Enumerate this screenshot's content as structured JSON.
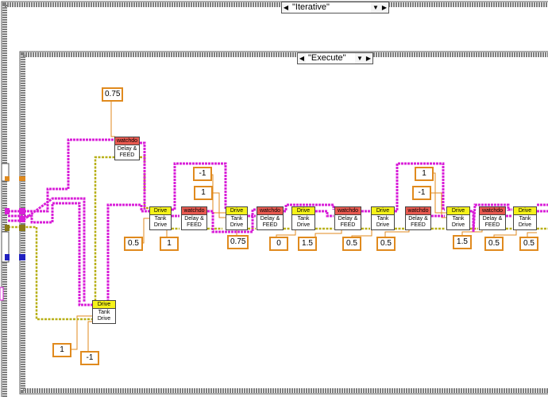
{
  "case_selectors": {
    "outer": {
      "value": "\"Iterative\""
    },
    "inner": {
      "value": "\"Execute\""
    }
  },
  "node_types": {
    "drive": {
      "header": "Drive",
      "body": [
        "Tank",
        "Drive"
      ],
      "color": "#f5f21a"
    },
    "watchdog": {
      "header": "watchdo",
      "body": [
        "Delay &",
        "FEED"
      ],
      "color": "#e85a50"
    }
  },
  "nodes": [
    {
      "id": "w0",
      "type": "watchdog"
    },
    {
      "id": "d0",
      "type": "drive"
    },
    {
      "id": "d1",
      "type": "drive"
    },
    {
      "id": "w1",
      "type": "watchdog"
    },
    {
      "id": "d2",
      "type": "drive"
    },
    {
      "id": "w2",
      "type": "watchdog"
    },
    {
      "id": "d3",
      "type": "drive"
    },
    {
      "id": "w3",
      "type": "watchdog"
    },
    {
      "id": "d4",
      "type": "drive"
    },
    {
      "id": "w4",
      "type": "watchdog"
    },
    {
      "id": "d5",
      "type": "drive"
    },
    {
      "id": "w5",
      "type": "watchdog"
    },
    {
      "id": "d6",
      "type": "drive"
    }
  ],
  "constants": [
    {
      "id": "c_075_top",
      "value": "0.75"
    },
    {
      "id": "c_1_bl",
      "value": "1"
    },
    {
      "id": "c_m1_bl",
      "value": "-1"
    },
    {
      "id": "c_05_a",
      "value": "0.5"
    },
    {
      "id": "c_1_a",
      "value": "1"
    },
    {
      "id": "c_m1_a",
      "value": "-1"
    },
    {
      "id": "c_1_b",
      "value": "1"
    },
    {
      "id": "c_075_b",
      "value": "0.75"
    },
    {
      "id": "c_0",
      "value": "0"
    },
    {
      "id": "c_15_a",
      "value": "1.5"
    },
    {
      "id": "c_05_b",
      "value": "0.5"
    },
    {
      "id": "c_05_c",
      "value": "0.5"
    },
    {
      "id": "c_1_c",
      "value": "1"
    },
    {
      "id": "c_m1_c",
      "value": "-1"
    },
    {
      "id": "c_15_b",
      "value": "1.5"
    },
    {
      "id": "c_05_d",
      "value": "0.5"
    },
    {
      "id": "c_05_e",
      "value": "0.5"
    }
  ],
  "colors": {
    "frame": "#8a8a8a",
    "wire_refnum": "#d81fd8",
    "wire_error": "#c8c020",
    "wire_numeric": "#e08a1e",
    "drive_header": "#f5f21a",
    "watchdog_header": "#e85a50"
  }
}
